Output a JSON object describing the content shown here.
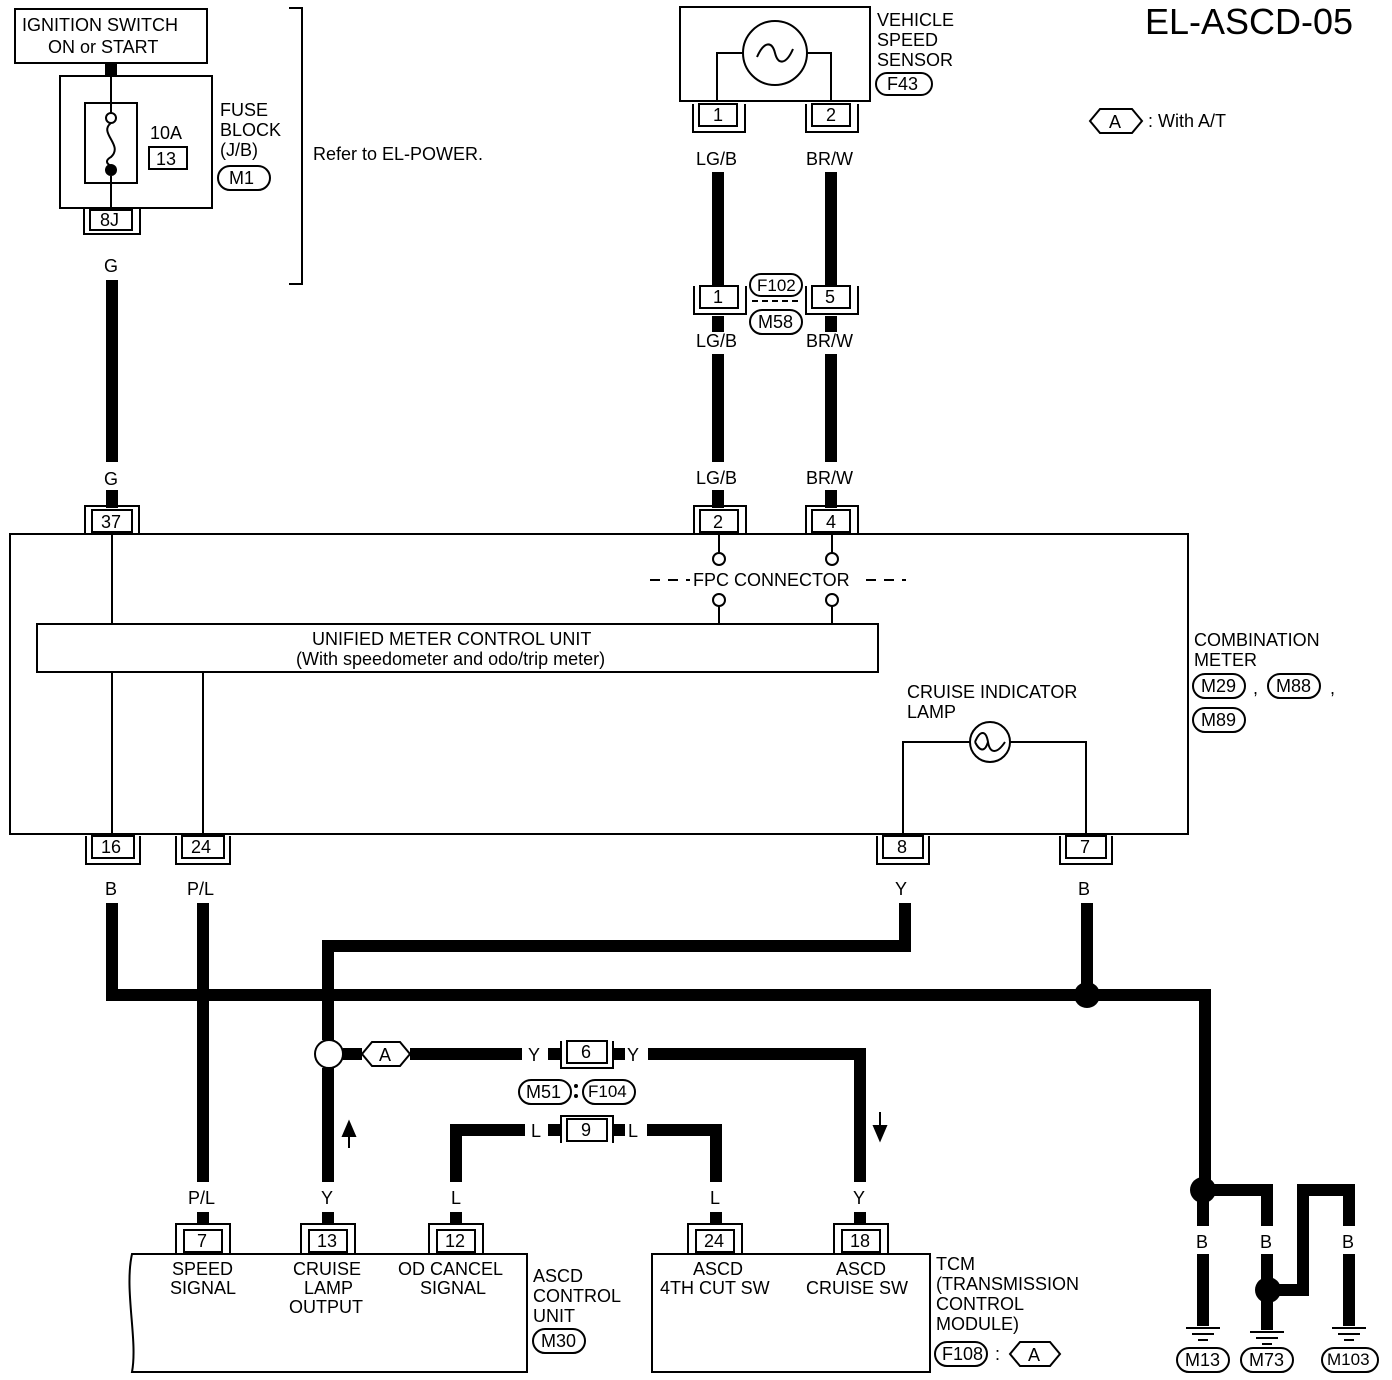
{
  "title": "EL-ASCD-05",
  "legend": {
    "symbol": "A",
    "text": ": With A/T"
  },
  "ignition": {
    "line1": "IGNITION SWITCH",
    "line2": "ON or START"
  },
  "fuse_block": {
    "rating": "10A",
    "number": "13",
    "label1": "FUSE",
    "label2": "BLOCK",
    "label3": "(J/B)",
    "connector": "M1",
    "terminal": "8J"
  },
  "refer_note": "Refer to EL-POWER.",
  "vss": {
    "label1": "VEHICLE",
    "label2": "SPEED",
    "label3": "SENSOR",
    "connector": "F43",
    "pin1": "1",
    "pin2": "2"
  },
  "wires": {
    "g": "G",
    "lgb": "LG/B",
    "brw": "BR/W",
    "b": "B",
    "pl": "P/L",
    "y": "Y",
    "l": "L"
  },
  "joint1": {
    "top": "F102",
    "bottom": "M58",
    "pin_left": "1",
    "pin_right": "5"
  },
  "meter": {
    "pin37": "37",
    "pin2": "2",
    "pin4": "4",
    "pin16": "16",
    "pin24": "24",
    "pin8": "8",
    "pin7": "7",
    "fpc": "FPC CONNECTOR",
    "unit_line1": "UNIFIED METER CONTROL UNIT",
    "unit_line2": "(With speedometer and odo/trip meter)",
    "lamp1": "CRUISE INDICATOR",
    "lamp2": "LAMP",
    "label1": "COMBINATION",
    "label2": "METER",
    "conn1": "M29",
    "conn2": "M88",
    "conn3": "M89",
    "sep1": ",",
    "sep2": ","
  },
  "joint2": {
    "left": "M51",
    "right": "F104",
    "pin_top": "6",
    "pin_bottom": "9"
  },
  "ascd": {
    "pin7": "7",
    "pin13": "13",
    "pin12": "12",
    "speed1": "SPEED",
    "speed2": "SIGNAL",
    "cruise1": "CRUISE",
    "cruise2": "LAMP",
    "cruise3": "OUTPUT",
    "od1": "OD CANCEL",
    "od2": "SIGNAL",
    "label1": "ASCD",
    "label2": "CONTROL",
    "label3": "UNIT",
    "connector": "M30"
  },
  "tcm": {
    "pin24": "24",
    "pin18": "18",
    "cut1": "ASCD",
    "cut2": "4TH CUT SW",
    "sw1": "ASCD",
    "sw2": "CRUISE SW",
    "label1": "TCM",
    "label2": "(TRANSMISSION",
    "label3": "CONTROL",
    "label4": "MODULE)",
    "connector": "F108",
    "colon": ":",
    "symbol": "A"
  },
  "grounds": {
    "g1": "M13",
    "g2": "M73",
    "g3": "M103"
  }
}
